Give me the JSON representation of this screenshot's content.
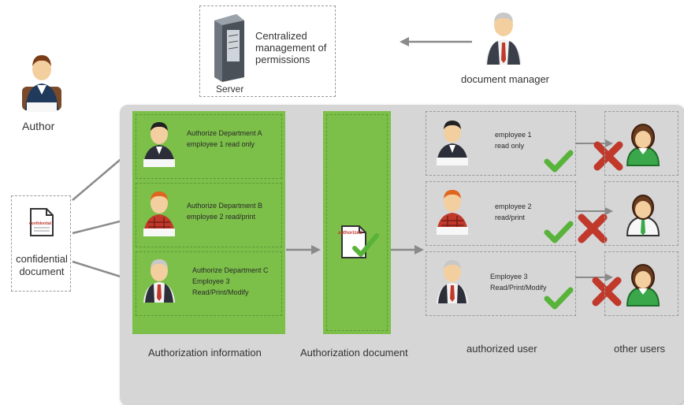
{
  "server": {
    "description": "Centralized\nmanagement of\npermissions",
    "label": "Server"
  },
  "document_manager": {
    "label": "document manager"
  },
  "author": {
    "label": "Author"
  },
  "confidential_document": {
    "label": "confidential\ndocument",
    "stamp": "confidential"
  },
  "authorizations": [
    {
      "text": "Authorize Department A\nemployee 1 read only"
    },
    {
      "text": "Authorize Department B\nemployee 2 read/print"
    },
    {
      "text": "Authorize Department C\nEmployee 3\nRead/Print/Modify"
    }
  ],
  "authorization_document": {
    "stamp": "authorized"
  },
  "authorized_users": [
    {
      "text": "employee 1\nread only"
    },
    {
      "text": "employee 2\nread/print"
    },
    {
      "text": "Employee 3\nRead/Print/Modify"
    }
  ],
  "captions": {
    "authorization_information": "Authorization information",
    "authorization_document": "Authorization document",
    "authorized_user": "authorized user",
    "other_users": "other users"
  },
  "colors": {
    "panel": "#d6d6d6",
    "green": "#7cbf49",
    "check": "#58b33a",
    "cross": "#c0392b",
    "arrow": "#8a8a8a"
  }
}
